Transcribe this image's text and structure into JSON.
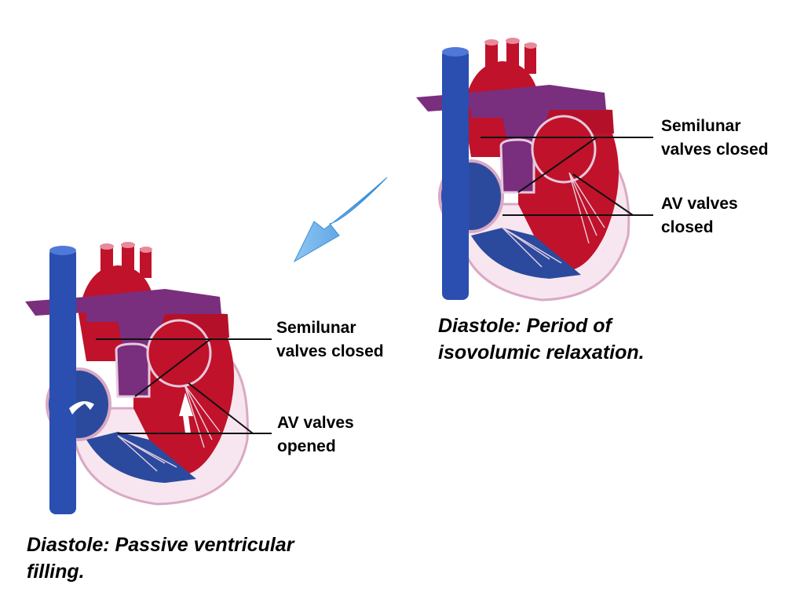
{
  "top_heart": {
    "label_semilunar": [
      "Semilunar",
      "valves closed"
    ],
    "label_av": [
      "AV valves",
      "closed"
    ],
    "caption": [
      "Diastole: Period of",
      "isovolumic relaxation."
    ]
  },
  "bottom_heart": {
    "label_semilunar": [
      "Semilunar",
      "valves closed"
    ],
    "label_av": [
      "AV valves",
      "opened"
    ],
    "caption": [
      "Diastole: Passive ventricular",
      "filling."
    ]
  },
  "colors": {
    "oxygenated": "#c0122a",
    "deoxygenated": "#2b4a9e",
    "vena_cava": "#2a4fb0",
    "pulmonary": "#7a2e7e",
    "myocardium": "#f7e6f0",
    "arrow": "#5aa9e6"
  }
}
